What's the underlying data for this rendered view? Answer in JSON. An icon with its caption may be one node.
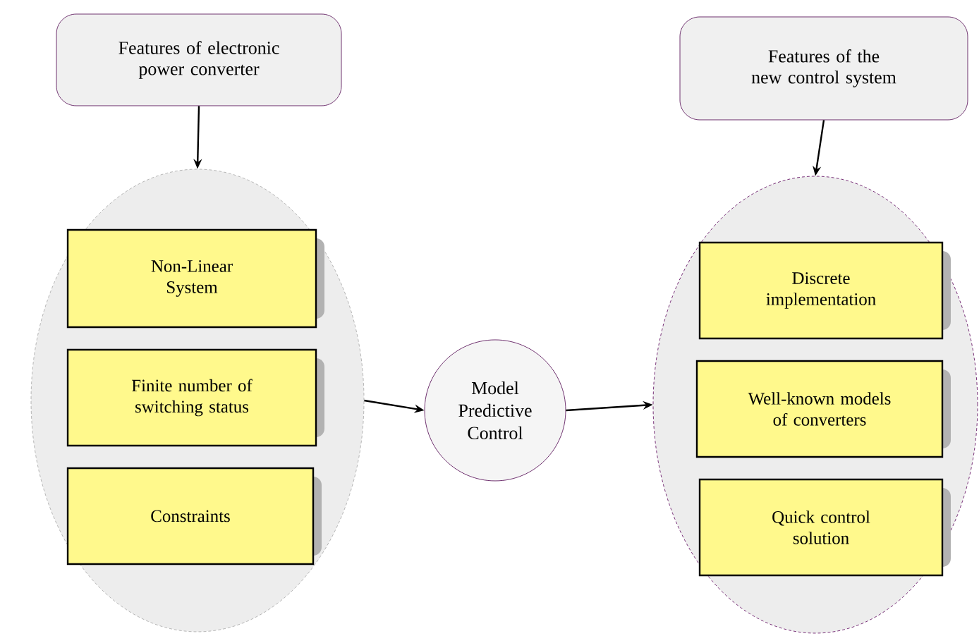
{
  "diagram": {
    "nodes": [
      {
        "text": [
          "Features of electronic power converter"
        ]
      },
      {
        "text": [],
        "shape": "ellipse"
      },
      {
        "text": [
          "Non-Linear System"
        ],
        "in": 1
      },
      {
        "text": [
          "Finite number of switching status"
        ],
        "in": 1
      },
      {
        "text": [
          "Constraints"
        ],
        "in": 1
      },
      {
        "text": [
          "Model Predictive Control"
        ]
      },
      {
        "text": [
          "Features of the new control system"
        ]
      },
      {
        "text": [],
        "shape": "ellipse"
      },
      {
        "text": [
          "Discrete implementation"
        ],
        "in": 7
      },
      {
        "text": [
          "Well-known models of converters"
        ],
        "in": 7
      },
      {
        "text": [
          "Quick control solution"
        ],
        "in": 7
      }
    ],
    "edges": [
      {
        "from": 0,
        "to": 1,
        "arrow": "to"
      },
      {
        "from": 1,
        "to": 5,
        "arrow": "to"
      },
      {
        "from": 5,
        "to": 7,
        "arrow": "to"
      },
      {
        "from": 6,
        "to": 7,
        "arrow": "to"
      }
    ]
  }
}
